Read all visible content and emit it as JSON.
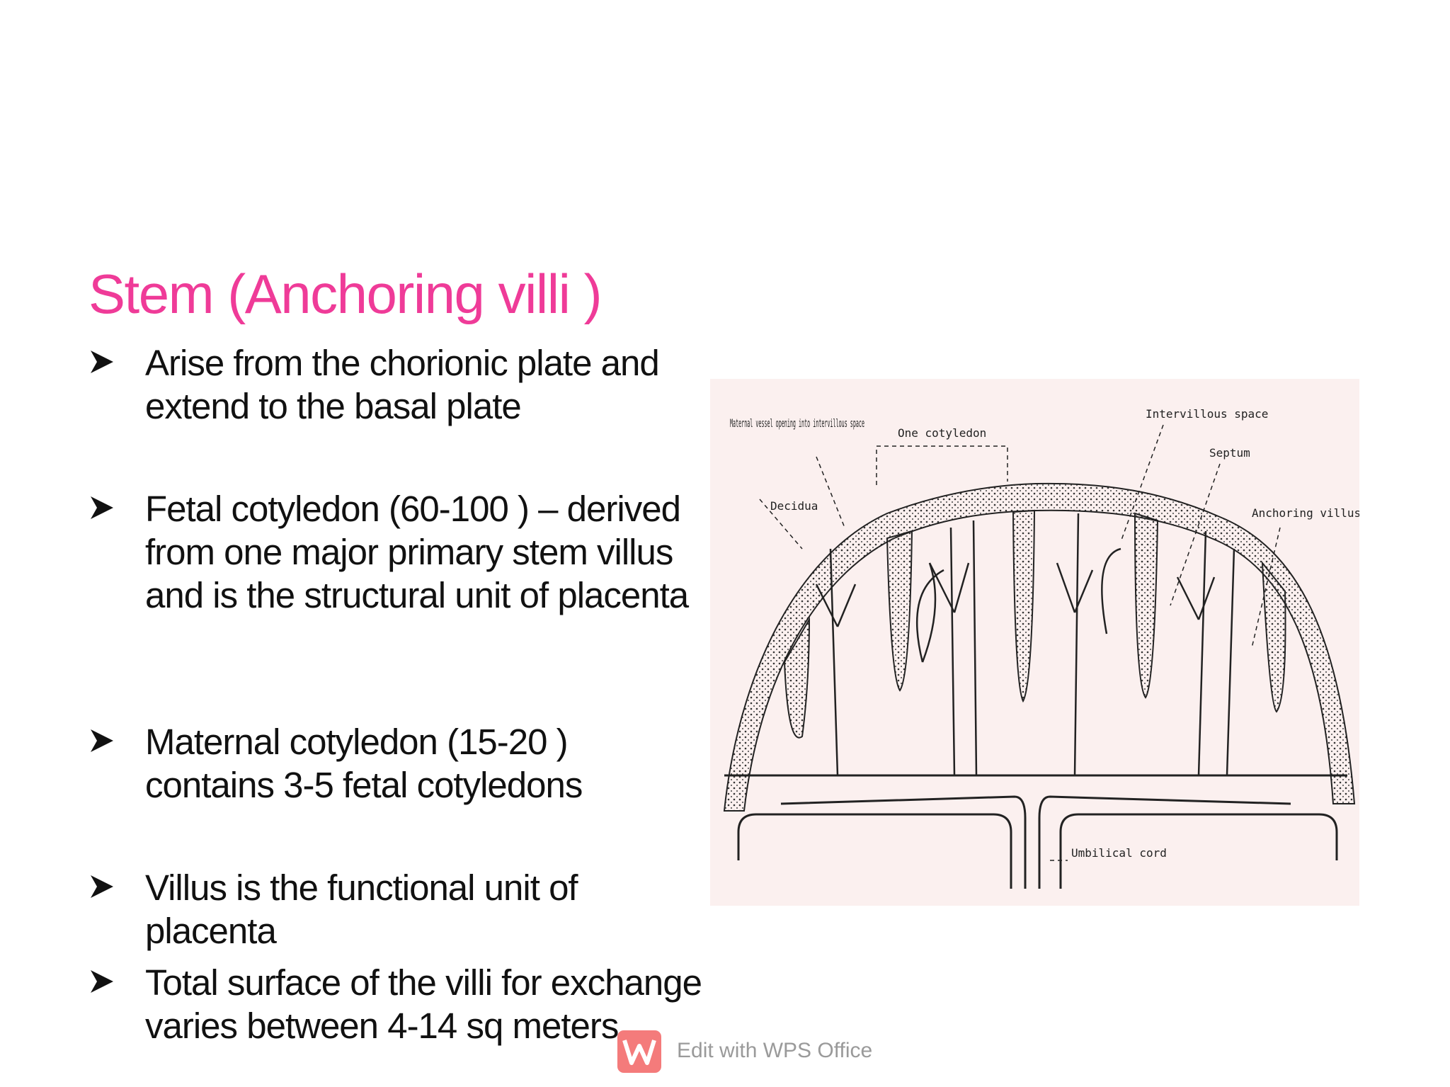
{
  "title": "Stem (Anchoring villi )",
  "bullets": [
    "Arise from the chorionic plate and extend to the basal plate",
    "Fetal cotyledon (60-100 ) – derived from one major primary stem villus and is the structural unit of placenta",
    "Maternal cotyledon (15-20 ) contains 3-5 fetal cotyledons",
    "Villus is the functional unit of placenta",
    "Total surface of the villi for exchange varies between 4-14 sq meters"
  ],
  "diagram": {
    "labels": {
      "maternal_vessel": "Maternal vessel opening into intervillous space",
      "one_cotyledon": "One cotyledon",
      "intervillous_space": "Intervillous space",
      "septum": "Septum",
      "decidua": "Decidua",
      "anchoring_villus": "Anchoring villus",
      "umbilical_cord": "Umbilical cord"
    }
  },
  "watermark": {
    "label": "Edit with WPS Office"
  },
  "colors": {
    "title": "#ef3b98",
    "text": "#111111",
    "diagram_bg": "#fbf0ef"
  }
}
